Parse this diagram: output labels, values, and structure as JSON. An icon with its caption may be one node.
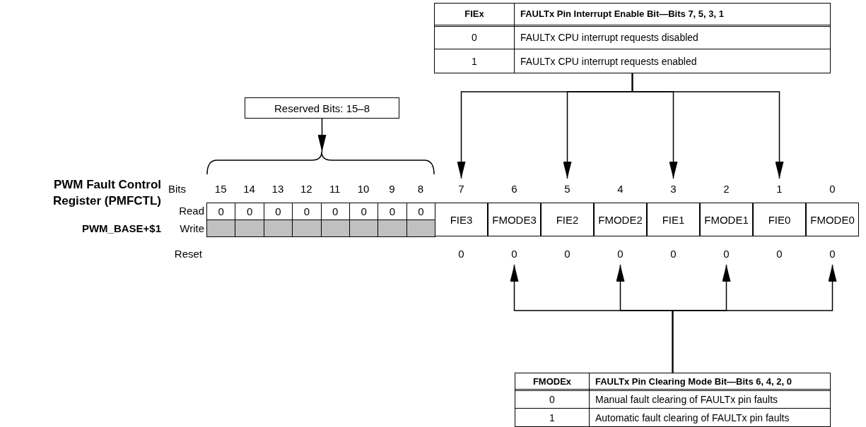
{
  "diagram": {
    "nodes": [
      {
        "text": [
          "FIEx",
          "FAULTx Pin Interrupt Enable Bit—Bits 7, 5, 3, 1",
          "0",
          "FAULTx CPU interrupt requests disabled",
          "1",
          "FAULTx CPU interrupt requests enabled"
        ]
      },
      {
        "text": [
          "Reserved Bits: 15–8"
        ]
      },
      {
        "text": [
          "FIE3"
        ]
      },
      {
        "text": [
          "FMODE3"
        ]
      },
      {
        "text": [
          "FIE2"
        ]
      },
      {
        "text": [
          "FMODE2"
        ]
      },
      {
        "text": [
          "FIE1"
        ]
      },
      {
        "text": [
          "FMODE1"
        ]
      },
      {
        "text": [
          "FIE0"
        ]
      },
      {
        "text": [
          "FMODE0"
        ]
      },
      {
        "text": [
          "FMODEx",
          "FAULTx Pin Clearing Mode Bit—Bits 6, 4, 2, 0",
          "0",
          "Manual fault clearing of FAULTx pin faults",
          "1",
          "Automatic fault clearing of FAULTx pin faults"
        ]
      },
      {
        "text": [],
        "shape": "brace"
      }
    ],
    "edges": [
      {
        "from": 0,
        "to": 2,
        "arrow": "to"
      },
      {
        "from": 0,
        "to": 4,
        "arrow": "to"
      },
      {
        "from": 0,
        "to": 6,
        "arrow": "to"
      },
      {
        "from": 0,
        "to": 8,
        "arrow": "to"
      },
      {
        "from": 1,
        "to": 11,
        "arrow": "to"
      },
      {
        "from": 10,
        "to": 3,
        "arrow": "to"
      },
      {
        "from": 10,
        "to": 5,
        "arrow": "to"
      },
      {
        "from": 10,
        "to": 7,
        "arrow": "to"
      },
      {
        "from": 10,
        "to": 9,
        "arrow": "to"
      }
    ],
    "labels": [
      "PWM Fault Control Register (PMFCTL)",
      "PWM_BASE+$1",
      "Bits",
      "15",
      "14",
      "13",
      "12",
      "11",
      "10",
      "9",
      "8",
      "7",
      "6",
      "5",
      "4",
      "3",
      "2",
      "1",
      "0",
      "Read",
      "0",
      "0",
      "0",
      "0",
      "0",
      "0",
      "0",
      "0",
      "Write",
      "Reset",
      "0",
      "0",
      "0",
      "0",
      "0",
      "0",
      "0",
      "0"
    ]
  }
}
